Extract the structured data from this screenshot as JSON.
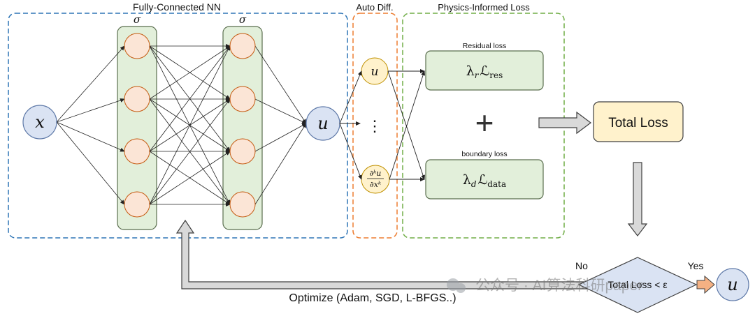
{
  "sections": {
    "nn_title": "Fully-Connected NN",
    "autodiff_title": "Auto Diff.",
    "physics_title": "Physics-Informed Loss"
  },
  "nn": {
    "input_label": "x",
    "output_label": "u",
    "activation_label": "σ"
  },
  "autodiff": {
    "u_label": "u",
    "ellipsis": "⋮",
    "derivative_num": "∂ᵏu",
    "derivative_den": "∂xᵏ"
  },
  "losses": {
    "residual_caption": "Residual loss",
    "residual_lambda": "λ",
    "residual_lambda_sub": "r",
    "residual_script": "ℒ",
    "residual_sub": "res",
    "plus": "+",
    "boundary_caption": "boundary loss",
    "boundary_lambda": "λ",
    "boundary_lambda_sub": "d",
    "boundary_script": "ℒ",
    "boundary_sub": "data",
    "total": "Total Loss"
  },
  "decision": {
    "text": "Total Loss < ε",
    "no": "No",
    "yes": "Yes",
    "result": "u",
    "optimize": "Optimize (Adam, SGD, L-BFGS..)"
  },
  "watermark": "公众号 · AI算法科研paper",
  "colors": {
    "nn_box": "#2e75b6",
    "autodiff_box": "#ed7d31",
    "physics_box": "#70ad47",
    "layer_fill": "#e2efda",
    "layer_stroke": "#5a6e4e",
    "neuron_fill": "#fbe5d6",
    "neuron_stroke": "#c55a11",
    "io_fill": "#dae3f3",
    "io_stroke": "#5e79a8",
    "autodiff_fill": "#fff2cc",
    "loss_fill": "#e2efda",
    "total_fill": "#fff2cc",
    "decision_fill": "#dae3f3",
    "arrow_fill": "#d9d9d9"
  }
}
